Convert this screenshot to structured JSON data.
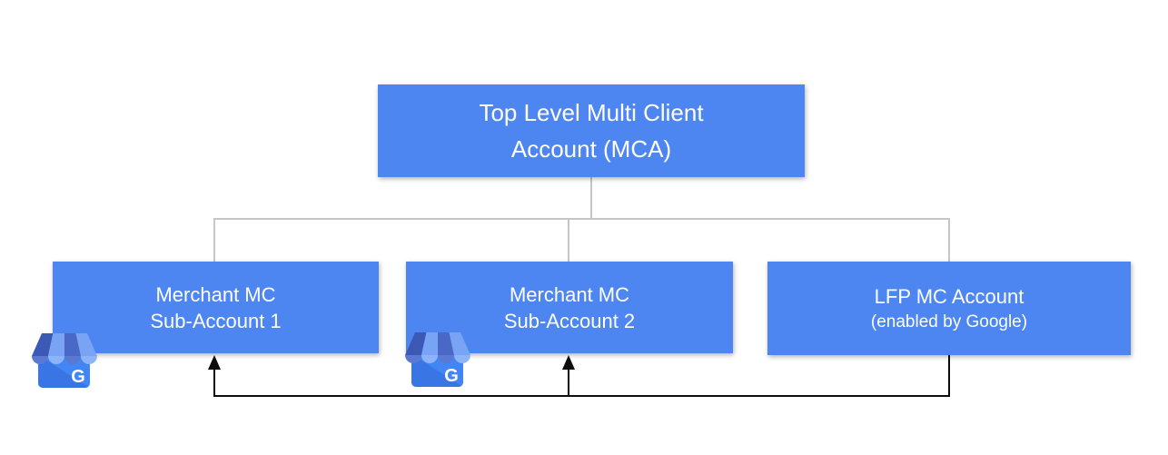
{
  "page": {
    "background": "#ffffff",
    "description": "Merchant Center account hierarchy diagram"
  },
  "palette": {
    "node_fill": "#4d86f1",
    "node_text": "#ffffff",
    "connector_tree": "#c6c6c6",
    "connector_arrow": "#0d0d0d",
    "icon_body_blue": "#4285f4",
    "icon_awning_dark": "#3c59b6",
    "icon_awning_light": "#79a4f5"
  },
  "nodes": {
    "mca": {
      "line1": "Top Level Multi Client",
      "line2": "Account (MCA)"
    },
    "sub1": {
      "line1": "Merchant MC",
      "line2": "Sub-Account 1"
    },
    "sub2": {
      "line1": "Merchant MC",
      "line2": "Sub-Account 2"
    },
    "lfp": {
      "line1": "LFP MC Account",
      "line2": "(enabled by Google)"
    }
  },
  "edges": [
    {
      "from": "mca",
      "to": "sub1",
      "style": "tree-gray"
    },
    {
      "from": "mca",
      "to": "sub2",
      "style": "tree-gray"
    },
    {
      "from": "mca",
      "to": "lfp",
      "style": "tree-gray"
    },
    {
      "from": "lfp",
      "to": "sub1",
      "style": "arrow-black-up"
    },
    {
      "from": "lfp",
      "to": "sub2",
      "style": "arrow-black-up"
    }
  ],
  "icons": {
    "name": "google-business-storefront",
    "letter": "G"
  }
}
